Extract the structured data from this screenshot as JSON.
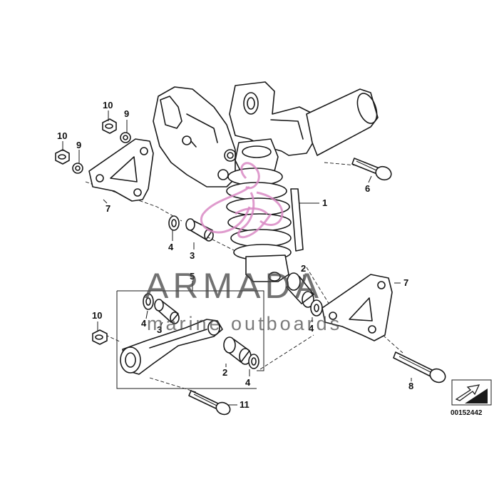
{
  "diagram": {
    "callouts": {
      "c1": "1",
      "c2_top": "2",
      "c2_bottom": "2",
      "c3_left": "3",
      "c3_frame": "3",
      "c4_left": "4",
      "c4_frame": "4",
      "c4_right": "4",
      "c4_bottom": "4",
      "c5": "5",
      "c6": "6",
      "c7_left": "7",
      "c7_right": "7",
      "c8": "8",
      "c9_top": "9",
      "c9_left": "9",
      "c10_top": "10",
      "c10_left": "10",
      "c10_bottom": "10",
      "c11": "11"
    },
    "document_id": "00152442"
  },
  "watermark": {
    "brand": "ARMADA",
    "tagline": "marine outboards",
    "logo_color": "#d98ac4"
  }
}
